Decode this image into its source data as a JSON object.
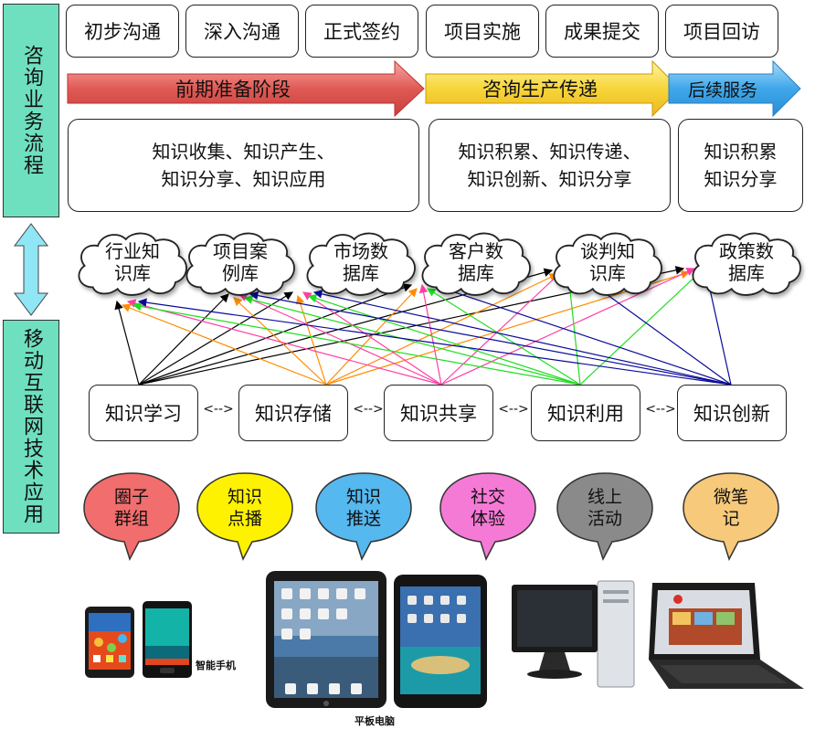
{
  "left_bars": {
    "top": "咨询业务流程",
    "bottom": "移动互联网技术应用"
  },
  "steps": [
    "初步沟通",
    "深入沟通",
    "正式签约",
    "项目实施",
    "成果提交",
    "项目回访"
  ],
  "phases": [
    {
      "label": "前期准备阶段",
      "color": "#e05a55"
    },
    {
      "label": "咨询生产传递",
      "color": "#f7d63a"
    },
    {
      "label": "后续服务",
      "color": "#3fa7ea"
    }
  ],
  "knowledge_boxes": [
    "知识收集、知识产生、\n知识分享、知识应用",
    "知识积累、知识传递、\n知识创新、知识分享",
    "知识积累\n知识分享"
  ],
  "repositories": [
    "行业知\n识库",
    "项目案\n例库",
    "市场数\n据库",
    "客户数\n据库",
    "谈判知\n识库",
    "政策数\n据库"
  ],
  "actions": [
    "知识学习",
    "知识存储",
    "知识共享",
    "知识利用",
    "知识创新"
  ],
  "connector": "<-->",
  "bubbles": [
    {
      "label": "圈子\n群组",
      "color": "#f26d6d"
    },
    {
      "label": "知识\n点播",
      "color": "#fff200"
    },
    {
      "label": "知识\n推送",
      "color": "#55b8ef"
    },
    {
      "label": "社交\n体验",
      "color": "#f57ad6"
    },
    {
      "label": "线上\n活动",
      "color": "#8a8a8a"
    },
    {
      "label": "微笔\n记",
      "color": "#f7c97a"
    }
  ],
  "device_captions": {
    "phones": "智能手机",
    "tablets": "平板电脑"
  },
  "link_colors": [
    "#000000",
    "#ff8c00",
    "#ff3ea5",
    "#22dd22",
    "#0a0a9a"
  ]
}
